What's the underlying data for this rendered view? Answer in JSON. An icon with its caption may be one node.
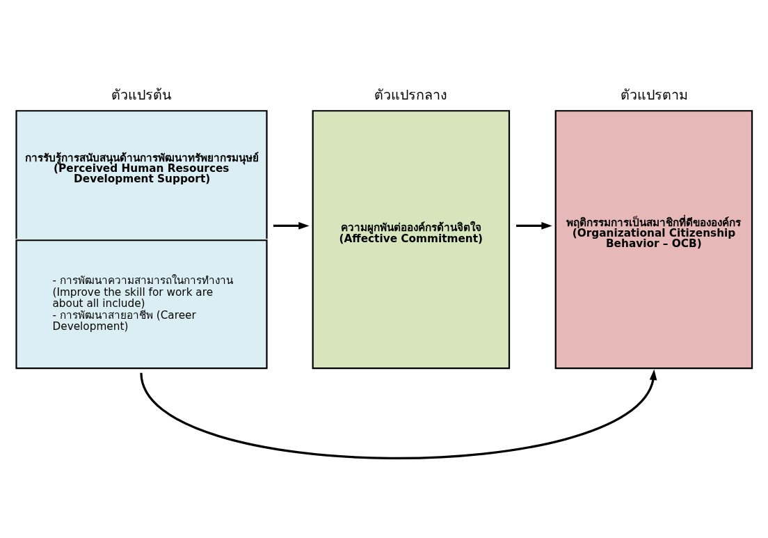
{
  "diagram": {
    "nodes": [
      {
        "text": [
          "ตัวแปรต้น",
          "การรับรู้การสนับสนุนด้านการพัฒนาทรัพยากรมนุษย์ (Perceived Human Resources Development Support)",
          "- การพัฒนาความสามารถในการทำงาน (Improve the skill for work are about all include)",
          "- การพัฒนาสายอาชีพ (Career Development)"
        ]
      },
      {
        "text": [
          "ตัวแปรกลาง",
          "ความผูกพันต่อองค์กรด้านจิตใจ (Affective Commitment)"
        ]
      },
      {
        "text": [
          "ตัวแปรตาม",
          "พฤติกรรมการเป็นสมาชิกที่ดีขององค์กร (Organizational Citizenship Behavior – OCB)"
        ]
      }
    ],
    "edges": [
      {
        "from": 0,
        "to": 1,
        "arrow": "to"
      },
      {
        "from": 1,
        "to": 2,
        "arrow": "to"
      },
      {
        "from": 0,
        "to": 2,
        "arrow": "to"
      }
    ]
  }
}
